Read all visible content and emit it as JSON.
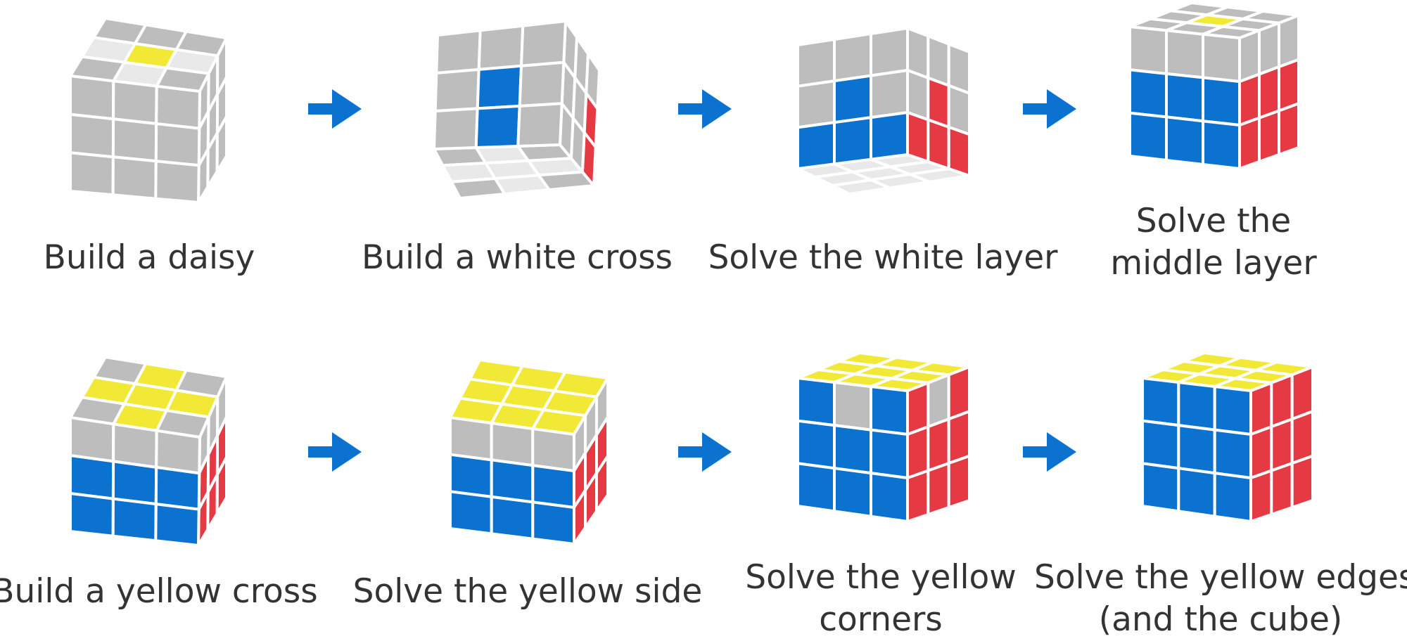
{
  "colors": {
    "G": "#bdbdbd",
    "W": "#e9e9e9",
    "Y": "#f1e936",
    "B": "#0b73cf",
    "R": "#e53a43",
    "arrow": "#0b73cf",
    "text": "#333333"
  },
  "steps": [
    {
      "id": "daisy",
      "caption": [
        "Build a daisy"
      ],
      "faces": {
        "top": [
          "G",
          "G",
          "G",
          "W",
          "Y",
          "W",
          "G",
          "W",
          "G"
        ],
        "front": [
          "G",
          "G",
          "G",
          "G",
          "G",
          "G",
          "G",
          "G",
          "G"
        ],
        "right": [
          "G",
          "G",
          "G",
          "G",
          "G",
          "G",
          "G",
          "G",
          "G"
        ]
      }
    },
    {
      "id": "white-cross",
      "caption": [
        "Build a white cross"
      ],
      "faces": {
        "front": [
          "G",
          "G",
          "G",
          "G",
          "B",
          "G",
          "G",
          "B",
          "G"
        ],
        "right": [
          "G",
          "G",
          "G",
          "G",
          "G",
          "R",
          "G",
          "G",
          "R"
        ],
        "bottom": [
          "G",
          "W",
          "G",
          "W",
          "W",
          "W",
          "G",
          "W",
          "G"
        ]
      }
    },
    {
      "id": "white-layer",
      "caption": [
        "Solve the white layer"
      ],
      "faces": {
        "front": [
          "G",
          "G",
          "G",
          "G",
          "B",
          "G",
          "B",
          "B",
          "B"
        ],
        "right": [
          "G",
          "G",
          "G",
          "G",
          "R",
          "G",
          "R",
          "R",
          "R"
        ],
        "bottom": [
          "W",
          "W",
          "W",
          "W",
          "W",
          "W",
          "W",
          "W",
          "W"
        ]
      }
    },
    {
      "id": "middle-layer",
      "caption": [
        "Solve the",
        "middle layer"
      ],
      "faces": {
        "top": [
          "G",
          "G",
          "G",
          "G",
          "Y",
          "G",
          "G",
          "G",
          "G"
        ],
        "front": [
          "G",
          "G",
          "G",
          "B",
          "B",
          "B",
          "B",
          "B",
          "B"
        ],
        "right": [
          "G",
          "G",
          "G",
          "R",
          "R",
          "R",
          "R",
          "R",
          "R"
        ]
      }
    },
    {
      "id": "yellow-cross",
      "caption": [
        "Build a yellow cross"
      ],
      "faces": {
        "top": [
          "G",
          "Y",
          "G",
          "Y",
          "Y",
          "Y",
          "G",
          "Y",
          "G"
        ],
        "front": [
          "G",
          "G",
          "G",
          "B",
          "B",
          "B",
          "B",
          "B",
          "B"
        ],
        "right": [
          "G",
          "G",
          "G",
          "R",
          "R",
          "R",
          "R",
          "R",
          "R"
        ]
      }
    },
    {
      "id": "yellow-side",
      "caption": [
        "Solve the yellow side"
      ],
      "faces": {
        "top": [
          "Y",
          "Y",
          "Y",
          "Y",
          "Y",
          "Y",
          "Y",
          "Y",
          "Y"
        ],
        "front": [
          "G",
          "G",
          "G",
          "B",
          "B",
          "B",
          "B",
          "B",
          "B"
        ],
        "right": [
          "G",
          "G",
          "G",
          "R",
          "R",
          "R",
          "R",
          "R",
          "R"
        ]
      }
    },
    {
      "id": "yellow-corners",
      "caption": [
        "Solve the yellow",
        "corners"
      ],
      "faces": {
        "top": [
          "Y",
          "Y",
          "Y",
          "Y",
          "Y",
          "Y",
          "Y",
          "Y",
          "Y"
        ],
        "front": [
          "B",
          "G",
          "B",
          "B",
          "B",
          "B",
          "B",
          "B",
          "B"
        ],
        "right": [
          "R",
          "G",
          "R",
          "R",
          "R",
          "R",
          "R",
          "R",
          "R"
        ]
      }
    },
    {
      "id": "yellow-edges",
      "caption": [
        "Solve the yellow edges",
        "(and the cube)"
      ],
      "faces": {
        "top": [
          "Y",
          "Y",
          "Y",
          "Y",
          "Y",
          "Y",
          "Y",
          "Y",
          "Y"
        ],
        "front": [
          "B",
          "B",
          "B",
          "B",
          "B",
          "B",
          "B",
          "B",
          "B"
        ],
        "right": [
          "R",
          "R",
          "R",
          "R",
          "R",
          "R",
          "R",
          "R",
          "R"
        ]
      }
    }
  ],
  "arrows": [
    {
      "id": "arrow-1"
    },
    {
      "id": "arrow-2"
    },
    {
      "id": "arrow-3"
    },
    {
      "id": "arrow-4"
    },
    {
      "id": "arrow-5"
    },
    {
      "id": "arrow-6"
    }
  ]
}
